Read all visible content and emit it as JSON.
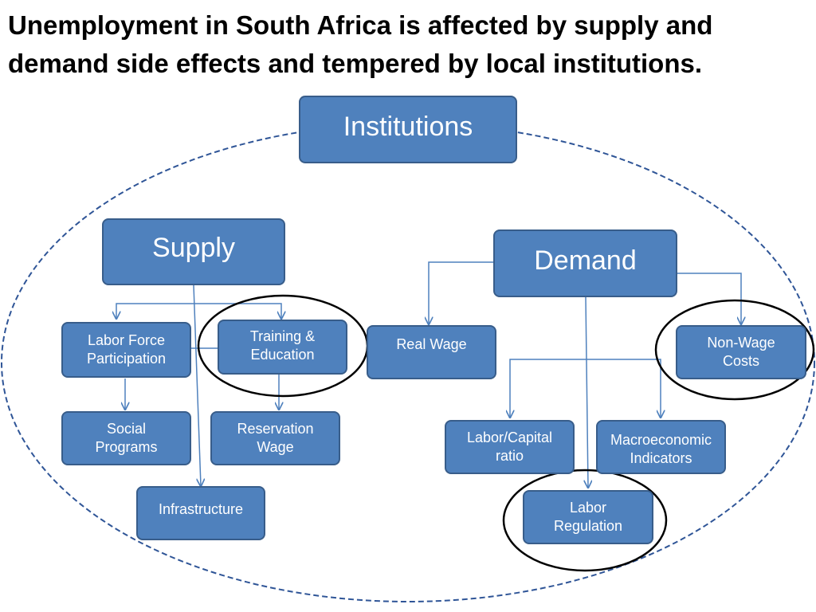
{
  "title": "Unemployment in South Africa is affected by supply and demand side effects and tempered by local institutions.",
  "nodes": {
    "institutions": "Institutions",
    "supply": "Supply",
    "demand": "Demand",
    "labor_force_participation": "Labor Force Participation",
    "training_education": "Training  & Education",
    "social_programs": "Social Programs",
    "reservation_wage": "Reservation Wage",
    "infrastructure": "Infrastructure",
    "real_wage": "Real Wage",
    "non_wage_costs": "Non-Wage Costs",
    "labor_capital_ratio": "Labor/Capital ratio",
    "macroeconomic_indicators": "Macroeconomic Indicators",
    "labor_regulation": "Labor Regulation"
  },
  "colors": {
    "box_fill": "#4f81bd",
    "box_border": "#385d8a",
    "connector": "#4f81bd",
    "dashed_ellipse": "#2f5597",
    "highlight_circle": "#000000"
  }
}
